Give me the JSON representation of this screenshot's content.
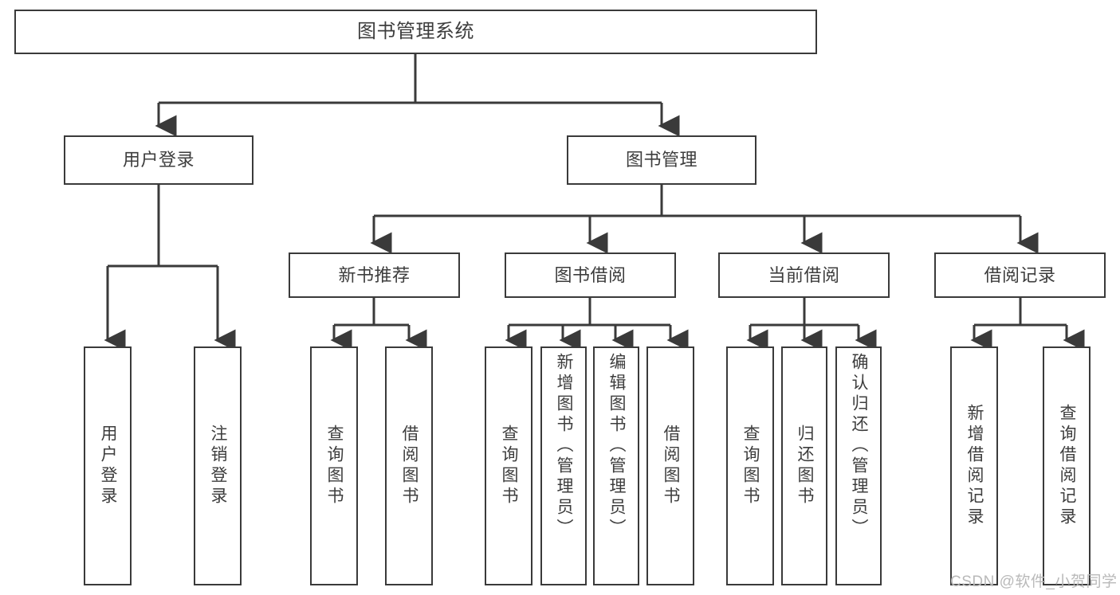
{
  "diagram": {
    "title": "图书管理系统",
    "type": "tree-structure-diagram",
    "edge_color": "#3a3a3a",
    "box_border_color": "#3a3a3a",
    "text_color": "#3d3d3d",
    "background": "#ffffff"
  },
  "nodes": {
    "root": {
      "label": "图书管理系统"
    },
    "level2": [
      {
        "label": "用户登录"
      },
      {
        "label": "图书管理"
      }
    ],
    "level3": [
      {
        "label": "新书推荐"
      },
      {
        "label": "图书借阅"
      },
      {
        "label": "当前借阅"
      },
      {
        "label": "借阅记录"
      }
    ],
    "leaves": {
      "user_login": [
        {
          "label": "用户登录"
        },
        {
          "label": "注销登录"
        }
      ],
      "new_book": [
        {
          "label": "查询图书"
        },
        {
          "label": "借阅图书"
        }
      ],
      "book_borrow": [
        {
          "label": "查询图书"
        },
        {
          "label": "新增图书（管理员）"
        },
        {
          "label": "编辑图书（管理员）"
        },
        {
          "label": "借阅图书"
        }
      ],
      "current_borrow": [
        {
          "label": "查询图书"
        },
        {
          "label": "归还图书"
        },
        {
          "label": "确认归还（管理员）"
        }
      ],
      "borrow_record": [
        {
          "label": "新增借阅记录"
        },
        {
          "label": "查询借阅记录"
        }
      ]
    }
  },
  "watermark": {
    "text": "CSDN @软件_小贺同学"
  }
}
